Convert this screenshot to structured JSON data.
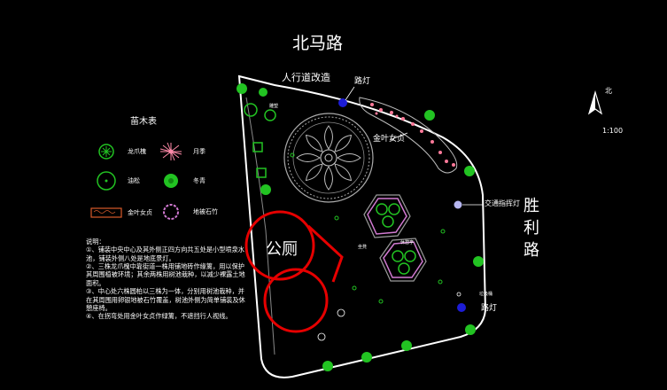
{
  "roads": {
    "north": "北马路",
    "east": "胜利路"
  },
  "labels": {
    "walkway": "人行道改造",
    "street_lamp_top": "路灯",
    "street_lamp_bottom": "路灯",
    "golden_privet": "金叶女贞",
    "traffic_light": "交通指挥灯",
    "public_toilet": "公厕",
    "small_label_1": "雕塑",
    "small_label_2": "坐凳",
    "small_label_3": "休憩亭",
    "small_label_4": "垃圾桶"
  },
  "legend": {
    "title": "苗木表",
    "items": [
      {
        "label": "龙爪槐",
        "icon": "pagoda-tree-icon"
      },
      {
        "label": "月季",
        "icon": "rose-icon"
      },
      {
        "label": "油松",
        "icon": "pine-icon"
      },
      {
        "label": "冬青",
        "icon": "holly-icon"
      },
      {
        "label": "金叶女贞",
        "icon": "hedge-icon"
      },
      {
        "label": "地被石竹",
        "icon": "groundcover-icon"
      }
    ]
  },
  "notes": {
    "heading": "说明：",
    "lines": [
      "①、铺装中央中心及其外侧正四方向共五处是小型喷泉水池，铺装外侧八处是地底景灯。",
      "②、三株龙爪槐中靠街道一株用铺地砖作缘篱，用以保护其周围植被环境；其余两株用树池栽种，以减少裸露土地面积。",
      "③、中心处六株圆柏以三株为一体，分别用树池栽种，并在其周围用卵银地被石竹覆盖，树池外侧为简单铺装及休憩座椅。",
      "④、在拐弯处用金叶女贞作绿篱，不遮挡行人视线。"
    ]
  },
  "north_arrow": "北",
  "scale": "1:100",
  "colors": {
    "background": "#000000",
    "boundary": "#ffffff",
    "toilet_outline": "#e60000",
    "tree_green": "#22c322",
    "hedge_pink": "#d27ad2",
    "lamp_blue": "#1c1cd6",
    "traffic_light": "#b6b6f0",
    "hexagon": "#9a9a9a"
  }
}
